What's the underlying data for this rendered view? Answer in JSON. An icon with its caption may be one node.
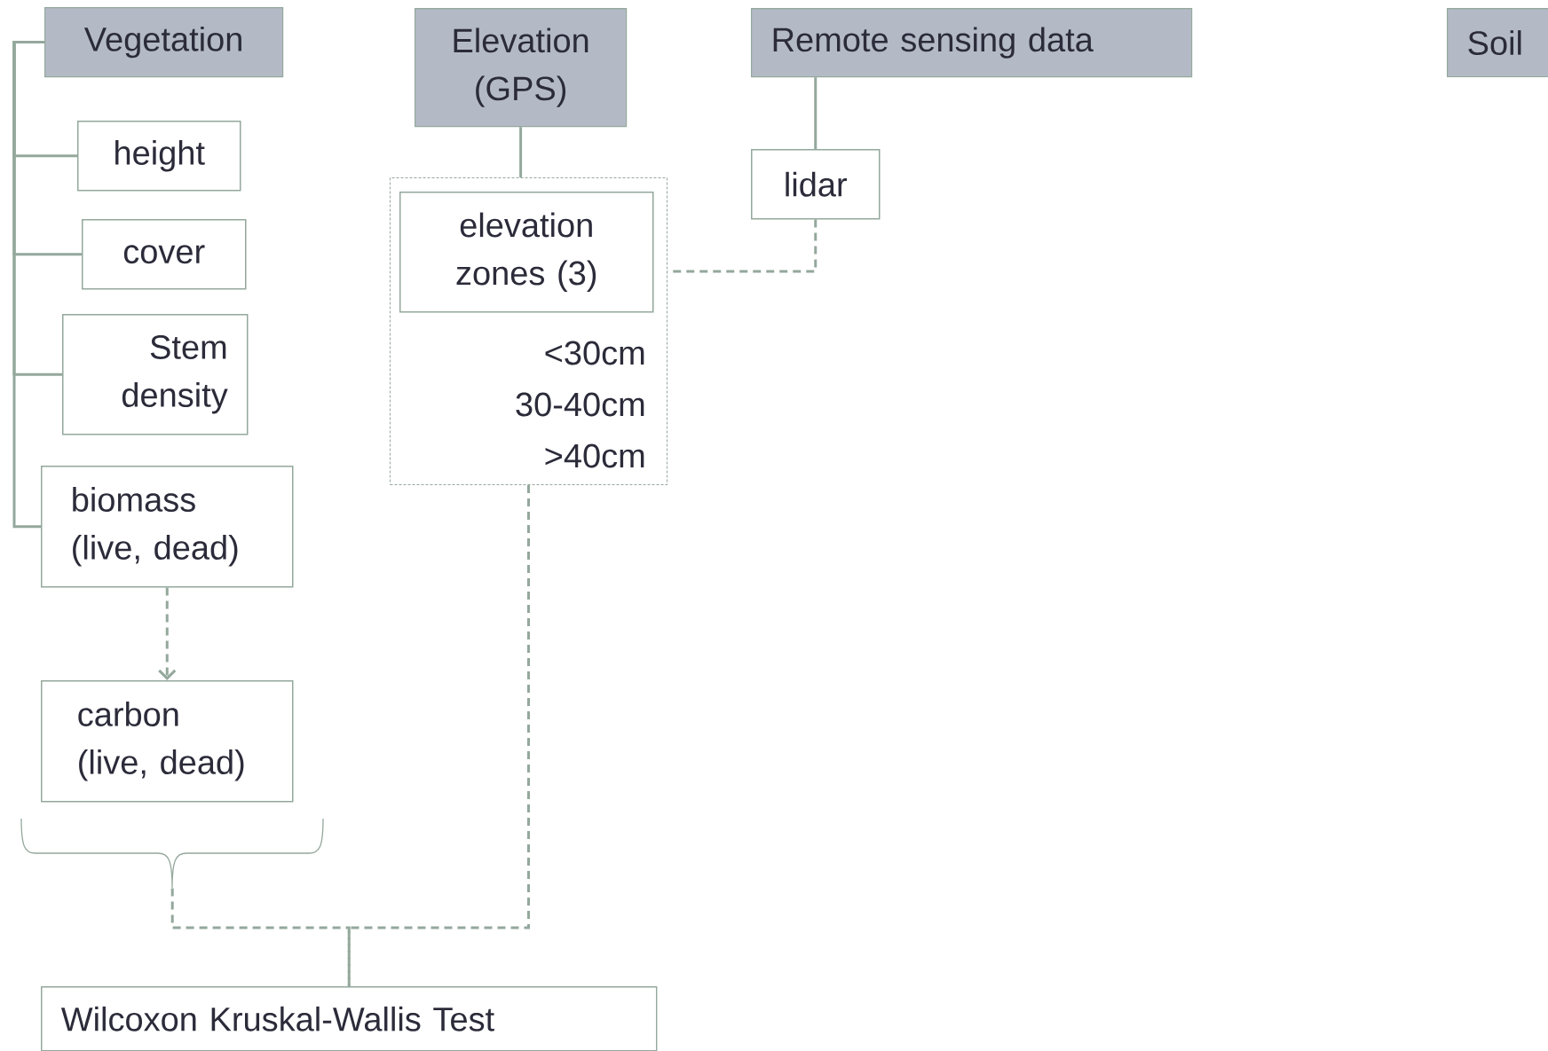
{
  "diagram": {
    "nodes": [
      {
        "text": [
          "Vegetation"
        ]
      },
      {
        "text": [
          "Elevation (GPS)"
        ]
      },
      {
        "text": [
          "Remote sensing data"
        ]
      },
      {
        "text": [
          "Soil"
        ]
      },
      {
        "text": [
          "height"
        ]
      },
      {
        "text": [
          "cover"
        ]
      },
      {
        "text": [
          "Stem density"
        ]
      },
      {
        "text": [
          "biomass (live, dead)"
        ]
      },
      {
        "text": [
          "carbon (live, dead)"
        ]
      },
      {
        "text": [
          "<30cm",
          "30-40cm",
          ">40cm"
        ]
      },
      {
        "text": [
          "elevation zones (3)"
        ],
        "in": 9
      },
      {
        "text": [
          "lidar"
        ]
      },
      {
        "text": [],
        "shape": "brace"
      },
      {
        "text": [
          "Wilcoxon Kruskal-Wallis Test"
        ]
      }
    ],
    "edges": [
      {
        "from": 0,
        "to": 4,
        "arrow": "none"
      },
      {
        "from": 0,
        "to": 5,
        "arrow": "none"
      },
      {
        "from": 0,
        "to": 6,
        "arrow": "none"
      },
      {
        "from": 0,
        "to": 7,
        "arrow": "none"
      },
      {
        "from": 1,
        "to": 9,
        "arrow": "none"
      },
      {
        "from": 2,
        "to": 11,
        "arrow": "none"
      },
      {
        "from": 11,
        "to": 9,
        "arrow": "none",
        "style": "dashed"
      },
      {
        "from": 7,
        "to": 8,
        "arrow": "to",
        "style": "dashed"
      },
      {
        "from": 12,
        "to": 13,
        "arrow": "none",
        "style": "dashed"
      },
      {
        "from": 9,
        "to": 13,
        "arrow": "none",
        "style": "dashed"
      }
    ]
  }
}
